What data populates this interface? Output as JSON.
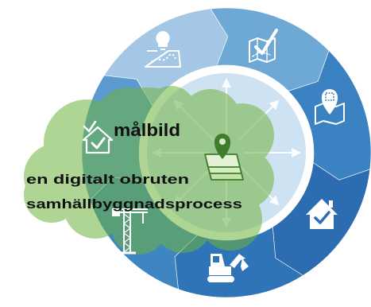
{
  "diagram": {
    "title": "målbild",
    "subtitle_lines": [
      "en digitalt obruten",
      "samhällbyggnadsprocess"
    ],
    "center_icon": "map-layers-pin-icon",
    "segments": [
      {
        "icon": "map-lightbulb-icon",
        "color": "#a3c7e4"
      },
      {
        "icon": "map-checklist-icon",
        "color": "#6ea8d5"
      },
      {
        "icon": "map-location-pin-icon",
        "color": "#3a82c2"
      },
      {
        "icon": "house-check-icon",
        "color": "#2b6db0"
      },
      {
        "icon": "excavator-icon",
        "color": "#2e74b6"
      },
      {
        "icon": "crane-icon",
        "color": "#3d86c2"
      },
      {
        "icon": "house-check-outline-icon",
        "color": "#5a9ad0"
      }
    ],
    "colors": {
      "ring_divider": "#ffffff",
      "inner_circle": "#cfe2f1",
      "cloud": "#6fb43f",
      "text": "#111111"
    }
  }
}
